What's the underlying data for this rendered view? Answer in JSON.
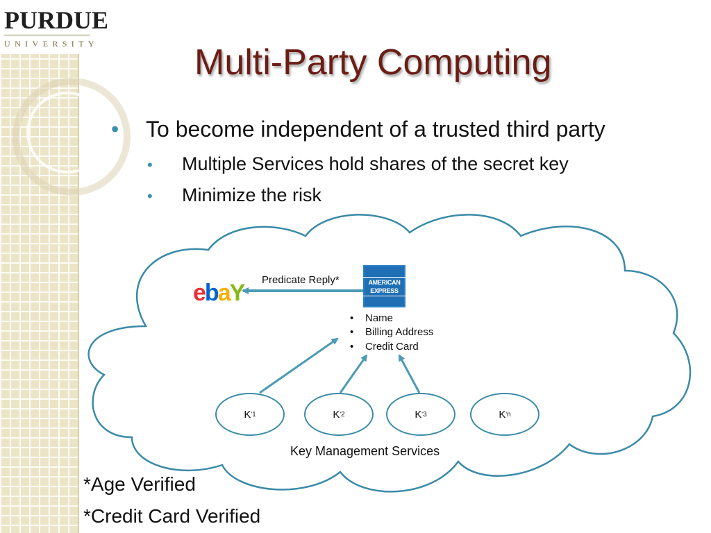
{
  "logo": {
    "name": "PURDUE",
    "sub": "UNIVERSITY"
  },
  "slide": {
    "title": "Multi-Party Computing",
    "bullet": "To become independent of a trusted third party",
    "sub_bullets": [
      "Multiple Services hold shares of the secret key",
      "Minimize the risk"
    ]
  },
  "diagram": {
    "ebay_letters": [
      "e",
      "b",
      "a",
      "Y"
    ],
    "amex_lines": [
      "AMERICAN",
      "EXPRESS"
    ],
    "predicate_label": "Predicate Reply*",
    "amex_fields": [
      "Name",
      "Billing Address",
      "Credit Card"
    ],
    "keys": [
      {
        "base": "K",
        "prime": "'",
        "index": "1"
      },
      {
        "base": "K",
        "prime": "'",
        "index": "2"
      },
      {
        "base": "K",
        "prime": "'",
        "index": "3"
      },
      {
        "base": "K",
        "prime": "'",
        "index": "n"
      }
    ],
    "services_label": "Key Management Services"
  },
  "footnotes": [
    "*Age Verified",
    "*Credit Card Verified"
  ],
  "colors": {
    "title": "#6b1d14",
    "bullet": "#3b8fb0",
    "cloud_stroke": "#3a8aa8",
    "arrow": "#4a9bb5"
  },
  "icons": {
    "bullet": "bullet-dot",
    "arrow": "arrow-icon"
  }
}
